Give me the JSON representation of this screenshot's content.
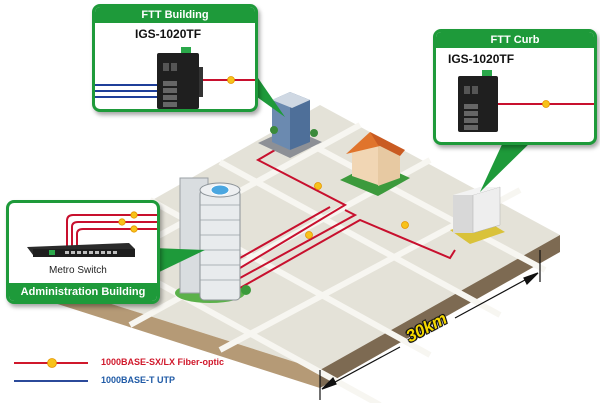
{
  "callouts": {
    "ftt_building": {
      "title": "FTT Building",
      "model": "IGS-1020TF"
    },
    "ftt_curb": {
      "title": "FTT Curb",
      "model": "IGS-1020TF"
    },
    "admin_building": {
      "device": "Metro Switch",
      "title": "Administration Building"
    }
  },
  "distance_label": "30km",
  "legend": [
    {
      "label": "1000BASE-SX/LX Fiber-optic",
      "color": "#d0182b",
      "line_color": "#d0182b",
      "has_connector": true
    },
    {
      "label": "1000BASE-T UTP",
      "color": "#1f5aa6",
      "line_color": "#2b4a9a",
      "has_connector": false
    }
  ],
  "colors": {
    "accent_green": "#1e9a3a",
    "fiber_red": "#c8102e",
    "utp_blue": "#1f3f99",
    "connector_yellow": "#f7c21a",
    "ground": "#e4e2d8",
    "road": "#f6f5ef",
    "ground_edge": "#a08a6a"
  }
}
